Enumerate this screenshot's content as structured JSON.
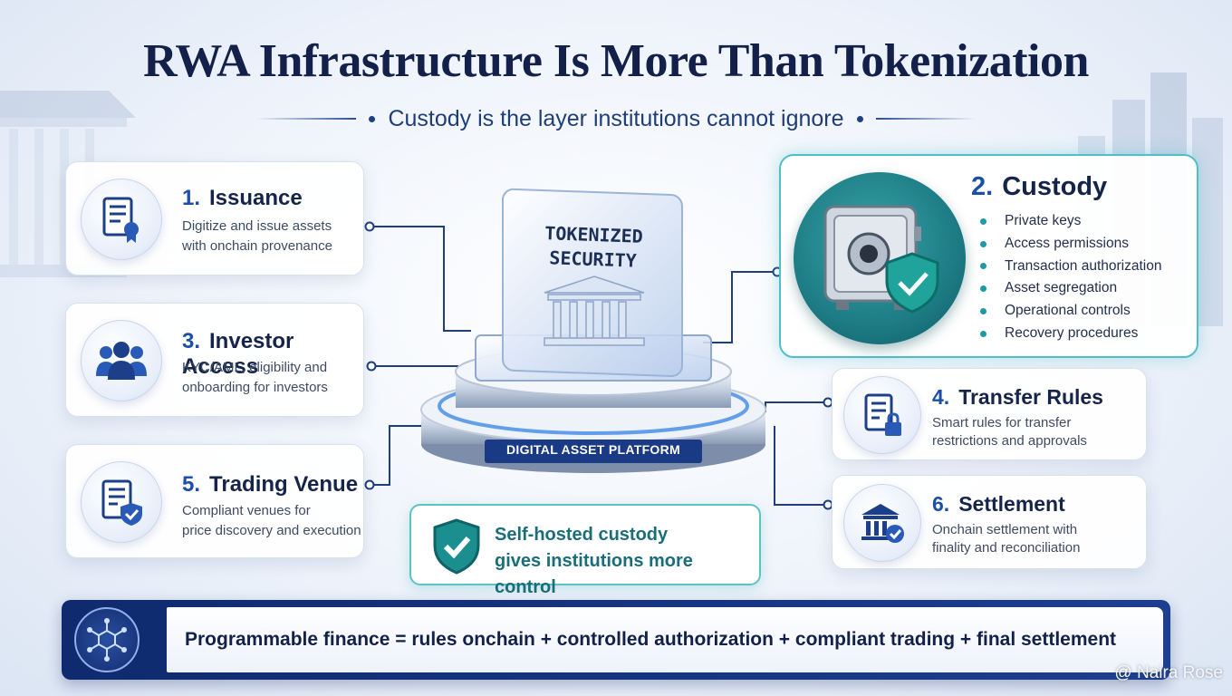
{
  "title": "RWA Infrastructure Is More Than Tokenization",
  "subtitle": "Custody is the layer institutions cannot ignore",
  "center": {
    "token_label_line1": "TOKENIZED",
    "token_label_line2": "SECURITY",
    "platform_label": "DIGITAL ASSET PLATFORM"
  },
  "cards": {
    "issuance": {
      "number": "1.",
      "title": "Issuance",
      "desc_line1": "Digitize and issue assets",
      "desc_line2": "with onchain provenance"
    },
    "investor_access": {
      "number": "3.",
      "title": "Investor Access",
      "desc_line1": "KYC/AML, eligibility and",
      "desc_line2": "onboarding for investors"
    },
    "trading_venue": {
      "number": "5.",
      "title": "Trading Venue",
      "desc_line1": "Compliant venues for",
      "desc_line2": "price discovery and execution"
    },
    "transfer_rules": {
      "number": "4.",
      "title": "Transfer Rules",
      "desc_line1": "Smart rules for transfer",
      "desc_line2": "restrictions and approvals"
    },
    "settlement": {
      "number": "6.",
      "title": "Settlement",
      "desc_line1": "Onchain settlement with",
      "desc_line2": "finality and reconciliation"
    }
  },
  "custody": {
    "number": "2.",
    "title": "Custody",
    "items": [
      "Private keys",
      "Access permissions",
      "Transaction authorization",
      "Asset segregation",
      "Operational controls",
      "Recovery procedures"
    ]
  },
  "callout": {
    "line1": "Self-hosted custody",
    "line2": "gives institutions more control"
  },
  "banner": {
    "equation": "Programmable finance = rules onchain + controlled authorization + compliant trading + final settlement"
  },
  "watermark": "@ Naira Rose",
  "colors": {
    "navy": "#13214a",
    "accent_blue": "#1d4fa8",
    "teal": "#1f9aa5",
    "banner": "#0f2a6e"
  },
  "icons": {
    "issuance": "certificate-icon",
    "investor_access": "users-icon",
    "trading_venue": "document-shield-icon",
    "custody": "vault-shield-icon",
    "transfer_rules": "document-lock-icon",
    "settlement": "bank-check-icon",
    "callout": "shield-check-icon",
    "banner": "network-cube-icon"
  }
}
